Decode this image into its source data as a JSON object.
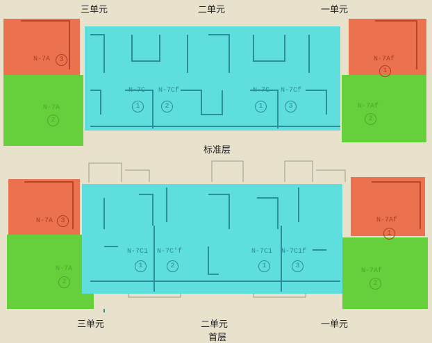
{
  "standard_floor": {
    "title": "标准层",
    "units": [
      "三单元",
      "二单元",
      "一单元"
    ],
    "apartments": [
      {
        "code": "N-7A",
        "num": "3",
        "color": "#ec6a48"
      },
      {
        "code": "N-7A",
        "num": "2",
        "color": "#66cf3c"
      },
      {
        "code": "N-7C",
        "num": "1",
        "color": "#5fdede"
      },
      {
        "code": "N-7Cf",
        "num": "2",
        "color": "#5fdede"
      },
      {
        "code": "N-7C",
        "num": "1",
        "color": "#5fdede"
      },
      {
        "code": "N-7Cf",
        "num": "3",
        "color": "#5fdede"
      },
      {
        "code": "N-7Af",
        "num": "1",
        "color": "#ec6a48"
      },
      {
        "code": "N-7Af",
        "num": "2",
        "color": "#66cf3c"
      }
    ]
  },
  "ground_floor": {
    "title": "首层",
    "units": [
      "三单元",
      "二单元",
      "一单元"
    ],
    "apartments": [
      {
        "code": "N-7A",
        "num": "3",
        "color": "#ec6a48"
      },
      {
        "code": "N-7A",
        "num": "2",
        "color": "#66cf3c"
      },
      {
        "code": "N-7C1",
        "num": "1",
        "color": "#5fdede"
      },
      {
        "code": "N-7C'f",
        "num": "2",
        "color": "#5fdede"
      },
      {
        "code": "N-7C1",
        "num": "1",
        "color": "#5fdede"
      },
      {
        "code": "N-7C1f",
        "num": "3",
        "color": "#5fdede"
      },
      {
        "code": "N-7Af",
        "num": "1",
        "color": "#ec6a48"
      },
      {
        "code": "N-7Af",
        "num": "2",
        "color": "#66cf3c"
      }
    ]
  }
}
